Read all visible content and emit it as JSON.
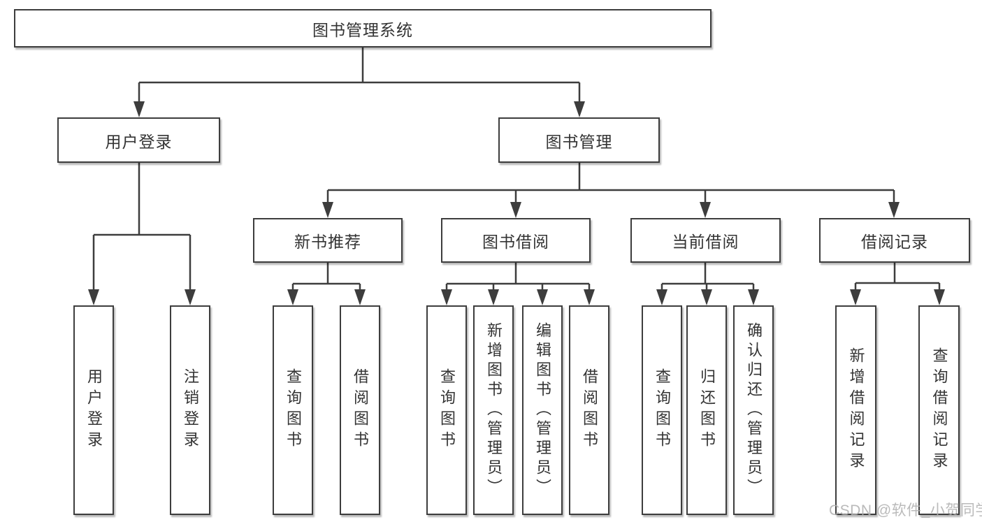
{
  "diagram": {
    "root": {
      "label": "图书管理系统"
    },
    "level2": {
      "user_login": {
        "label": "用户登录"
      },
      "book_mgmt": {
        "label": "图书管理"
      }
    },
    "level3": {
      "new_book_rec": {
        "label": "新书推荐"
      },
      "book_borrow": {
        "label": "图书借阅"
      },
      "current_borrow": {
        "label": "当前借阅"
      },
      "borrow_record": {
        "label": "借阅记录"
      }
    },
    "leaves": {
      "user_login": [
        "用户登录",
        "注销登录"
      ],
      "new_book_rec": [
        "查询图书",
        "借阅图书"
      ],
      "book_borrow": [
        "查询图书",
        "新增图书（管理员）",
        "编辑图书（管理员）",
        "借阅图书"
      ],
      "current_borrow": [
        "查询图书",
        "归还图书",
        "确认归还（管理员）"
      ],
      "borrow_record": [
        "新增借阅记录",
        "查询借阅记录"
      ]
    },
    "colors": {
      "line": "#3d3d3d",
      "text": "#333333",
      "box_background": "#ffffff",
      "watermark": "#b0b0b0"
    }
  },
  "watermark": {
    "text": "CSDN @软件_小贺同学"
  }
}
